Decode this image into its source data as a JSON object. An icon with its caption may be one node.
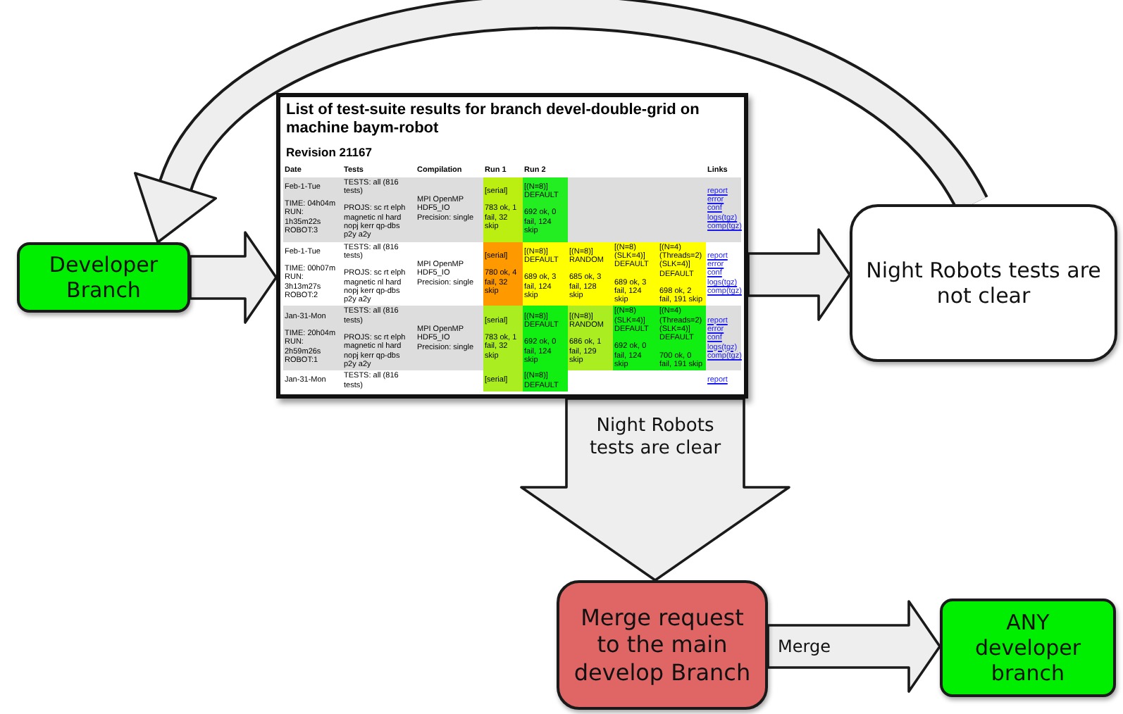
{
  "diagram": {
    "nodes": [
      {
        "text": [
          "Developer Branch"
        ]
      },
      {
        "text": [
          "List of test-suite results for branch devel-double-grid on machine baym-robot",
          "Revision 21167"
        ]
      },
      {
        "text": [
          "Night Robots tests are not clear"
        ]
      },
      {
        "text": [
          "Merge request to the main develop Branch"
        ]
      },
      {
        "text": [
          "ANY developer branch"
        ]
      }
    ],
    "edges": [
      {
        "from": 0,
        "to": 1,
        "arrow": "to"
      },
      {
        "from": 1,
        "to": 2,
        "arrow": "to"
      },
      {
        "from": 2,
        "to": 0,
        "arrow": "to"
      },
      {
        "from": 1,
        "to": 3,
        "arrow": "to",
        "label": "Night Robots tests are clear"
      },
      {
        "from": 3,
        "to": 4,
        "arrow": "to",
        "label": "Merge"
      }
    ],
    "labels": [
      "Date",
      "Tests",
      "Compilation",
      "Run 1",
      "Run 2",
      "Links",
      "Feb-1-Tue",
      "TIME: 04h04m RUN: 1h35m22s ROBOT:3",
      "TESTS: all (816 tests)",
      "PROJS: sc rt elph magnetic nl hard nopj kerr qp-dbs p2y a2y",
      "MPI OpenMP HDF5_IO Precision: single",
      "[serial]",
      "783 ok, 1 fail, 32 skip",
      "[(N=8)] DEFAULT",
      "692 ok, 0 fail, 124 skip",
      "report",
      "error",
      "conf",
      "logs(tgz)",
      "comp(tgz)",
      "Feb-1-Tue",
      "TIME: 00h07m RUN: 3h13m27s ROBOT:2",
      "TESTS: all (816 tests)",
      "PROJS: sc rt elph magnetic nl hard nopj kerr qp-dbs p2y a2y",
      "MPI OpenMP HDF5_IO Precision: single",
      "[serial]",
      "780 ok, 4 fail, 32 skip",
      "[(N=8)] DEFAULT",
      "689 ok, 3 fail, 124 skip",
      "[(N=8)] RANDOM",
      "685 ok, 3 fail, 128 skip",
      "[(N=8) (SLK=4)] DEFAULT",
      "689 ok, 3 fail, 124 skip",
      "[(N=4) (Threads=2) (SLK=4)] DEFAULT",
      "698 ok, 2 fail, 191 skip",
      "report",
      "error",
      "conf",
      "logs(tgz)",
      "comp(tgz)",
      "Jan-31-Mon",
      "TIME: 20h04m RUN: 2h59m26s ROBOT:1",
      "TESTS: all (816 tests)",
      "PROJS: sc rt elph magnetic nl hard nopj kerr qp-dbs p2y a2y",
      "MPI OpenMP HDF5_IO Precision: single",
      "[serial]",
      "783 ok, 1 fail, 32 skip",
      "[(N=8)] DEFAULT",
      "692 ok, 0 fail, 124 skip",
      "[(N=8)] RANDOM",
      "686 ok, 1 fail, 129 skip",
      "[(N=8) (SLK=4)] DEFAULT",
      "692 ok, 0 fail, 124 skip",
      "[(N=4) (Threads=2) (SLK=4)] DEFAULT",
      "700 ok, 0 fail, 191 skip",
      "report",
      "error",
      "conf",
      "logs(tgz)",
      "comp(tgz)",
      "Jan-31-Mon",
      "TESTS: all (816 tests)",
      "[serial]",
      "[(N=8)] DEFAULT",
      "report"
    ]
  }
}
